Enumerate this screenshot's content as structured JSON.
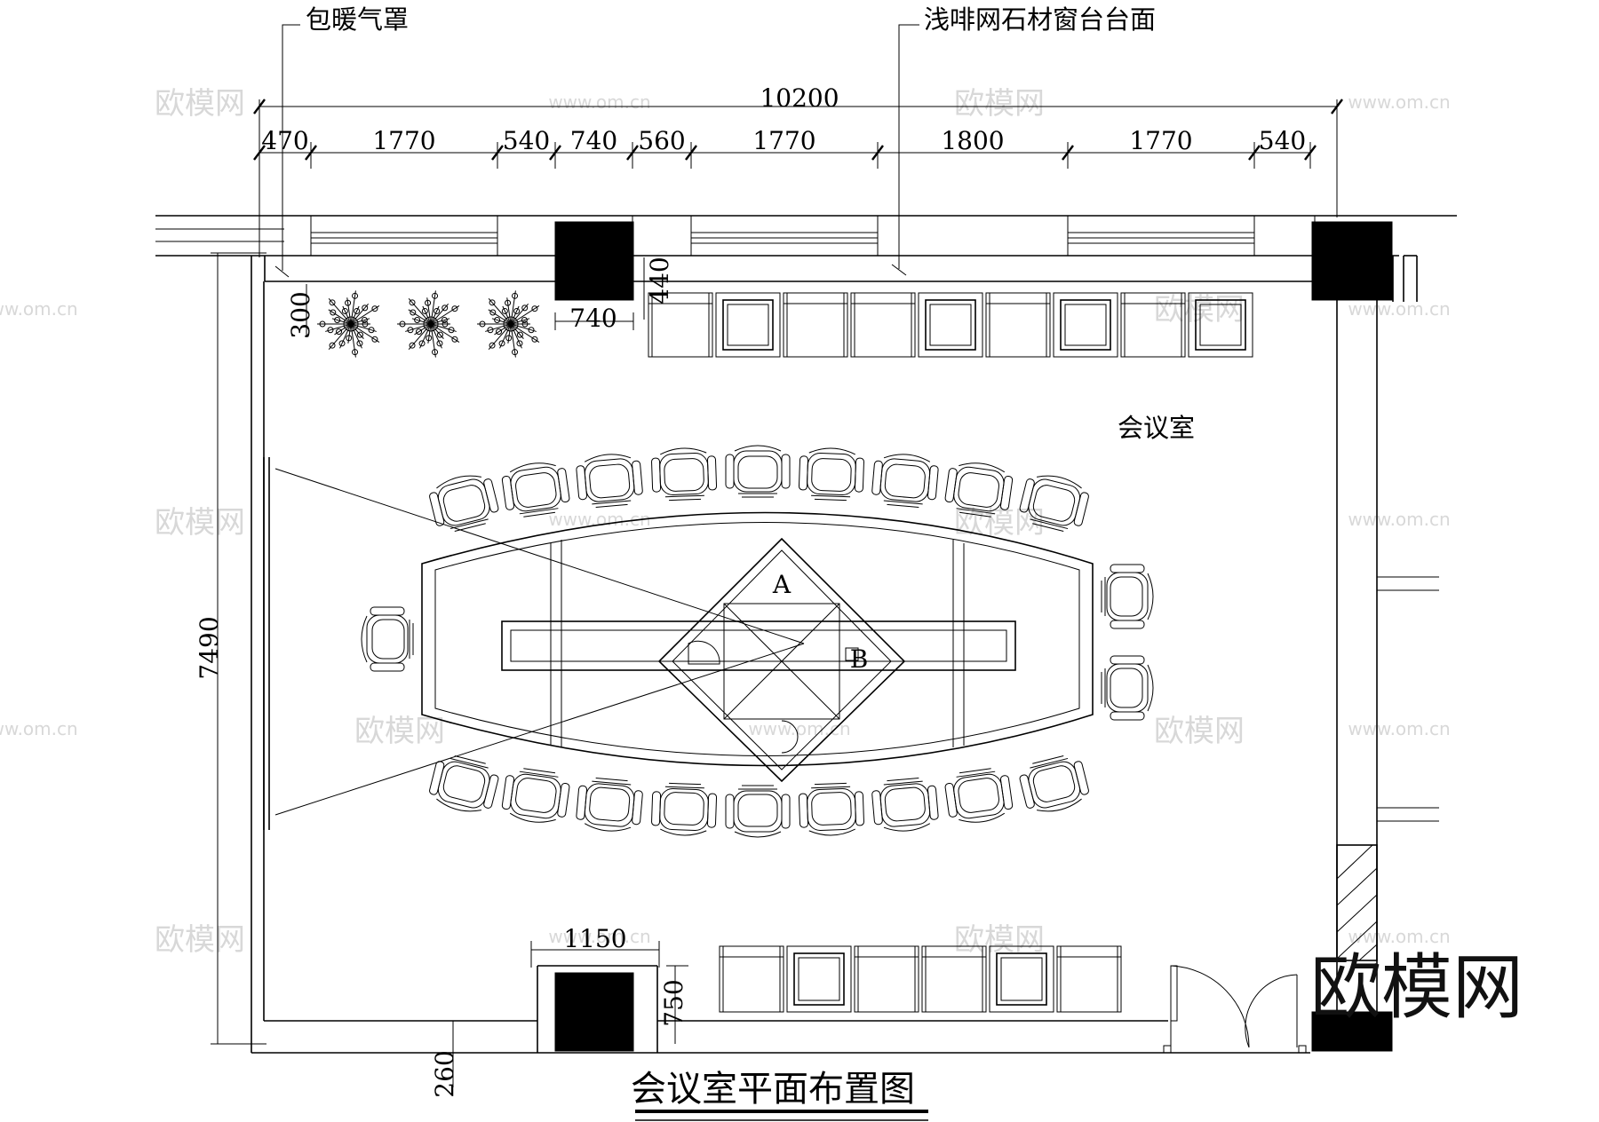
{
  "title": "会议室平面布置图",
  "room_label": "会议室",
  "callouts": {
    "left": "包暖气罩",
    "right": "浅啡网石材窗台台面"
  },
  "dimensions": {
    "overall": "10200",
    "segments": [
      "470",
      "1770",
      "540",
      "740",
      "560",
      "1770",
      "1800",
      "1770",
      "540"
    ],
    "height": "7490",
    "pillar_width": "740",
    "pillar_depth": "440",
    "planter_depth": "300",
    "bottom_pillar_width": "1150",
    "bottom_pillar_depth": "750",
    "bottom_wall": "260"
  },
  "table_marks": {
    "a": "A",
    "b": "B"
  },
  "watermark": {
    "logo": "欧模网",
    "url": "www.om.cn"
  }
}
